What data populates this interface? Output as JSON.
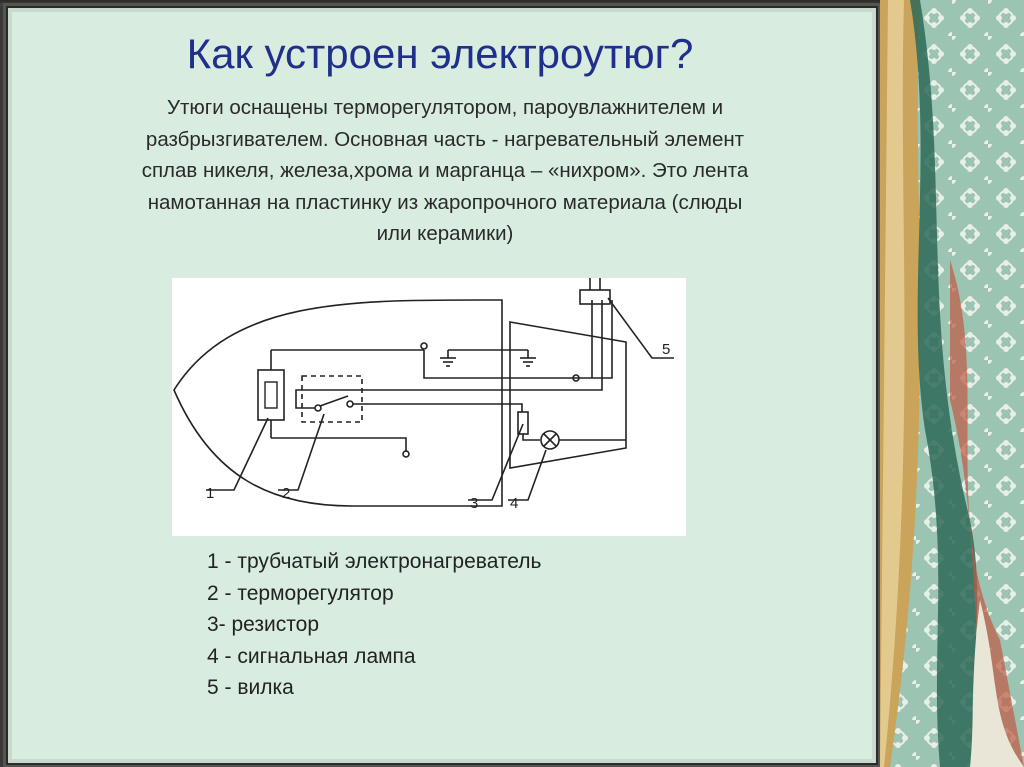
{
  "slide": {
    "title": "Как устроен электроутюг?",
    "body_lines": [
      "Утюги оснащены терморегулятором, пароувлажнителем и",
      "разбрызгивателем. Основная часть - нагревательный элемент",
      "сплав никеля, железа,хрома и марганца – «нихром». Это лента",
      "намотанная на пластинку из жаропрочного материала (слюды",
      "или керамики)"
    ]
  },
  "diagram": {
    "callouts": [
      "1",
      "2",
      "3",
      "4",
      "5"
    ]
  },
  "legend": {
    "items": [
      "1 - трубчатый электронагреватель",
      "2 - терморегулятор",
      "3- резистор",
      "4 - сигнальная лампа",
      "5 - вилка"
    ]
  },
  "colors": {
    "title": "#1f2f8a",
    "background": "#d9ece0",
    "decor_accent": "#c9a45a"
  }
}
